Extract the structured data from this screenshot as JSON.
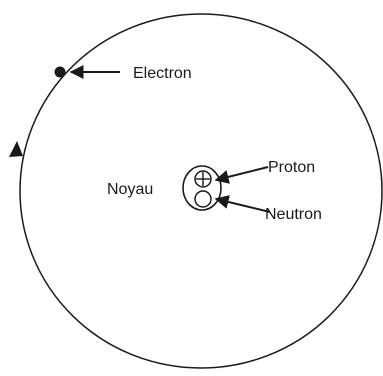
{
  "labels": {
    "electron": "Electron",
    "nucleus": "Noyau",
    "proton": "Proton",
    "neutron": "Neutron"
  },
  "colors": {
    "ink": "#1a1a1a",
    "background": "#ffffff"
  }
}
